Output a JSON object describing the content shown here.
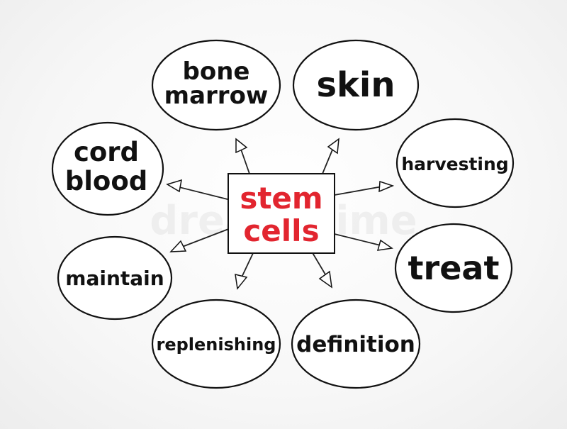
{
  "center": {
    "line1": "stem",
    "line2": "cells",
    "color": "#e2252f"
  },
  "nodes": {
    "bone_marrow": {
      "line1": "bone",
      "line2": "marrow"
    },
    "skin": {
      "label": "skin"
    },
    "harvesting": {
      "label": "harvesting"
    },
    "treat": {
      "label": "treat"
    },
    "definition": {
      "label": "definition"
    },
    "replenishing": {
      "label": "replenishing"
    },
    "maintain": {
      "label": "maintain"
    },
    "cord_blood": {
      "line1": "cord",
      "line2": "blood"
    }
  },
  "watermark": "dreamstime"
}
